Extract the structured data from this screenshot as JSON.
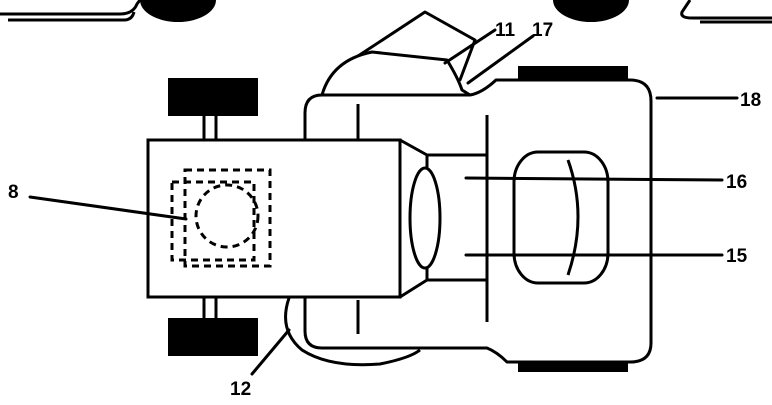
{
  "diagram": {
    "colors": {
      "ink": "#000000",
      "paper": "#ffffff"
    },
    "callouts": [
      {
        "id": "8",
        "label": "8"
      },
      {
        "id": "11",
        "label": "11"
      },
      {
        "id": "12",
        "label": "12"
      },
      {
        "id": "15",
        "label": "15"
      },
      {
        "id": "16",
        "label": "16"
      },
      {
        "id": "17",
        "label": "17"
      },
      {
        "id": "18",
        "label": "18"
      }
    ]
  }
}
